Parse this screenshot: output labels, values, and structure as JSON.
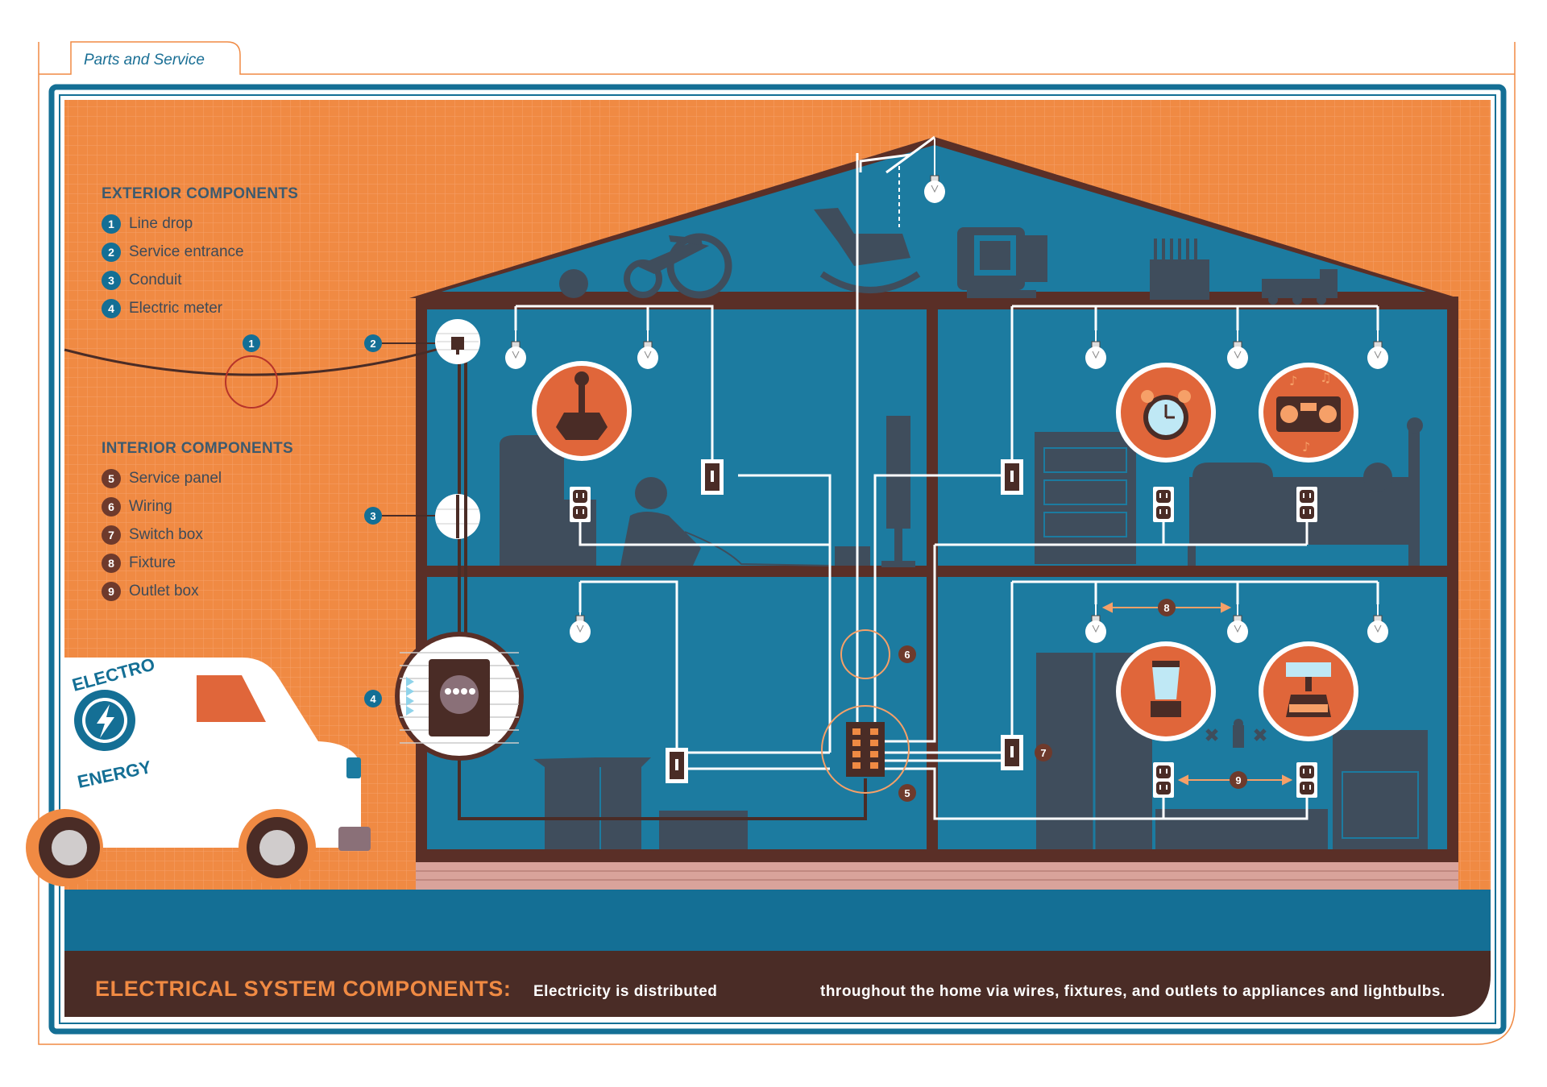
{
  "tab": {
    "label": "Parts and Service"
  },
  "legend": {
    "exterior": {
      "title": "EXTERIOR COMPONENTS",
      "items": [
        {
          "num": "1",
          "label": "Line drop"
        },
        {
          "num": "2",
          "label": "Service entrance"
        },
        {
          "num": "3",
          "label": "Conduit"
        },
        {
          "num": "4",
          "label": "Electric meter"
        }
      ]
    },
    "interior": {
      "title": "INTERIOR COMPONENTS",
      "items": [
        {
          "num": "5",
          "label": "Service panel"
        },
        {
          "num": "6",
          "label": "Wiring"
        },
        {
          "num": "7",
          "label": "Switch box"
        },
        {
          "num": "8",
          "label": "Fixture"
        },
        {
          "num": "9",
          "label": "Outlet box"
        }
      ]
    }
  },
  "markers": {
    "m1": "1",
    "m2": "2",
    "m3": "3",
    "m4": "4",
    "m5": "5",
    "m6": "6",
    "m7": "7",
    "m8": "8",
    "m9": "9"
  },
  "van": {
    "logo_top": "ELECTRO",
    "logo_bottom": "ENERGY"
  },
  "caption": {
    "title": "ELECTRICAL SYSTEM COMPONENTS:",
    "text_part1": "Electricity is distributed",
    "text_part2": "throughout the home via wires, fixtures, and outlets to appliances and lightbulbs."
  },
  "colors": {
    "orange": "#f08a43",
    "blue": "#146f95",
    "dark_brown": "#4a2c26",
    "wall_brown": "#5a2f27",
    "room_blue": "#1c7ba0",
    "silhouette": "#3f4d5c"
  }
}
